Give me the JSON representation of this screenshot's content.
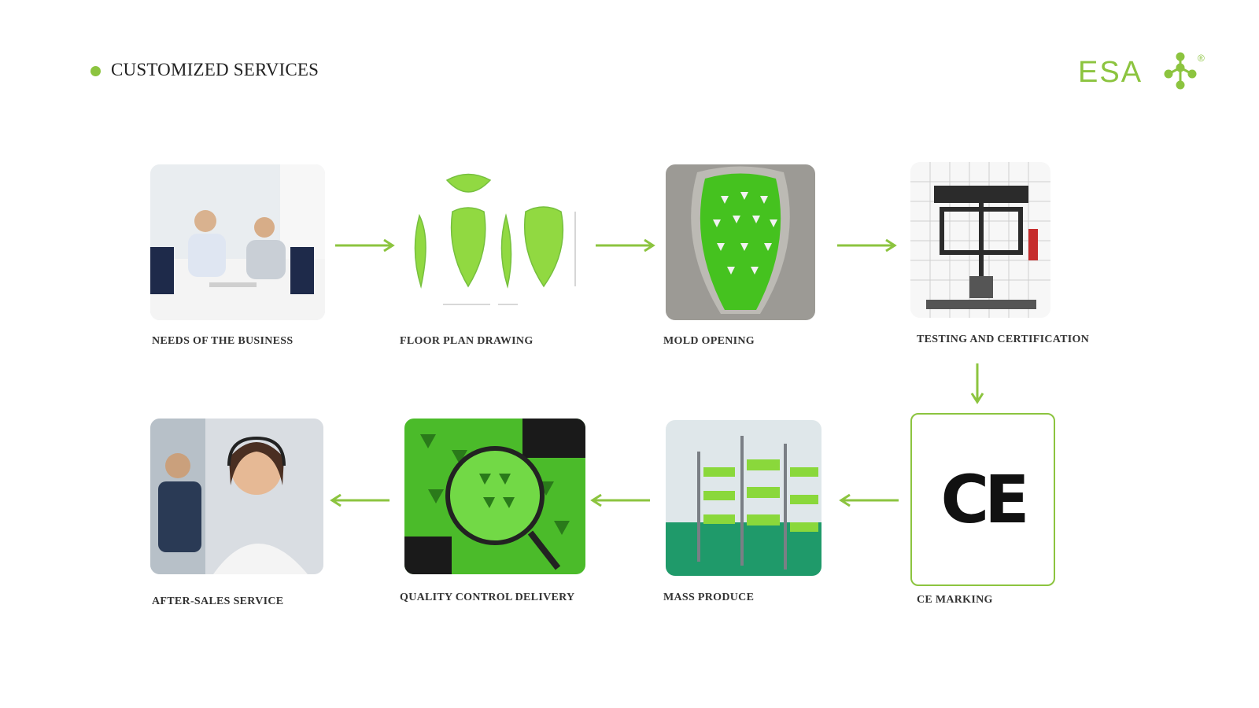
{
  "header": {
    "title": "CUSTOMIZED SERVICES"
  },
  "logo": {
    "text": "ESA",
    "registered": "®"
  },
  "steps": [
    {
      "label": "NEEDS OF THE BUSINESS"
    },
    {
      "label": "FLOOR PLAN DRAWING"
    },
    {
      "label": "MOLD OPENING"
    },
    {
      "label": "TESTING AND CERTIFICATION"
    },
    {
      "label": "CE MARKING",
      "mark": "CE"
    },
    {
      "label": "MASS PRODUCE"
    },
    {
      "label": "QUALITY CONTROL DELIVERY"
    },
    {
      "label": "AFTER-SALES SERVICE"
    }
  ],
  "colors": {
    "accent": "#8cc43f",
    "text": "#333333"
  }
}
